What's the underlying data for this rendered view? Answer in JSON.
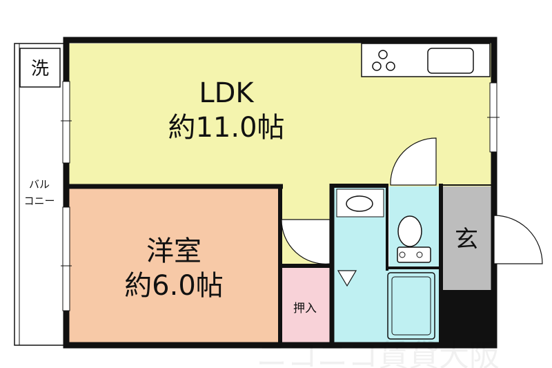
{
  "rooms": {
    "ldk": {
      "name": "LDK",
      "size": "約11.0帖"
    },
    "western": {
      "name": "洋室",
      "size": "約6.0帖"
    },
    "closet": {
      "name": "押入"
    },
    "entrance": {
      "name": "玄"
    },
    "washer": {
      "name": "洗"
    },
    "balcony": {
      "line1": "バル",
      "line2": "コニー"
    }
  },
  "watermark": "ニコニコ賃貸大阪",
  "colors": {
    "ldk": "#f4f4ae",
    "western": "#f7c9a7",
    "closet": "#f8d2d8",
    "wet": "#bff0f2",
    "entrance": "#bdbdbd",
    "wall": "#111111"
  }
}
